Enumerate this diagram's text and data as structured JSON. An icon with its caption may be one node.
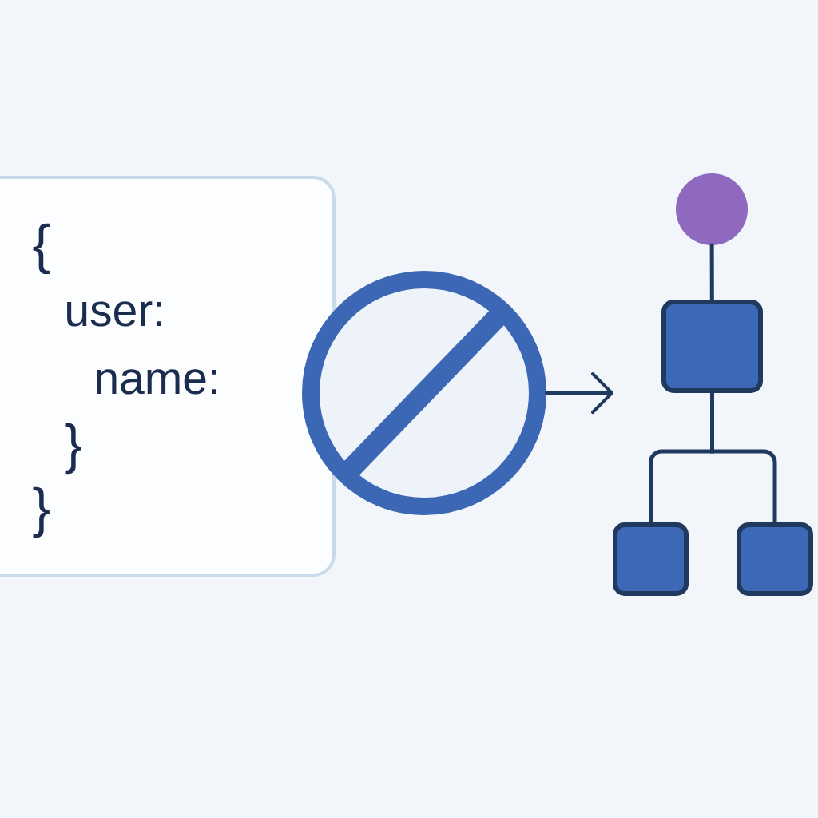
{
  "diagram": {
    "nodes": [
      {
        "text": [
          "{",
          "user:",
          "name:",
          "}",
          "}"
        ]
      },
      {
        "text": [],
        "shape": "circle"
      },
      {
        "text": [],
        "shape": "circle"
      },
      {
        "text": [],
        "shape": "box"
      },
      {
        "text": [],
        "shape": "box"
      },
      {
        "text": [],
        "shape": "box"
      }
    ],
    "edges": [
      {
        "from": 1,
        "to": null,
        "arrow": "to"
      },
      {
        "from": 2,
        "to": 3,
        "arrow": "none"
      },
      {
        "from": 3,
        "to": 4,
        "arrow": "none"
      },
      {
        "from": 3,
        "to": 5,
        "arrow": "none"
      }
    ]
  }
}
